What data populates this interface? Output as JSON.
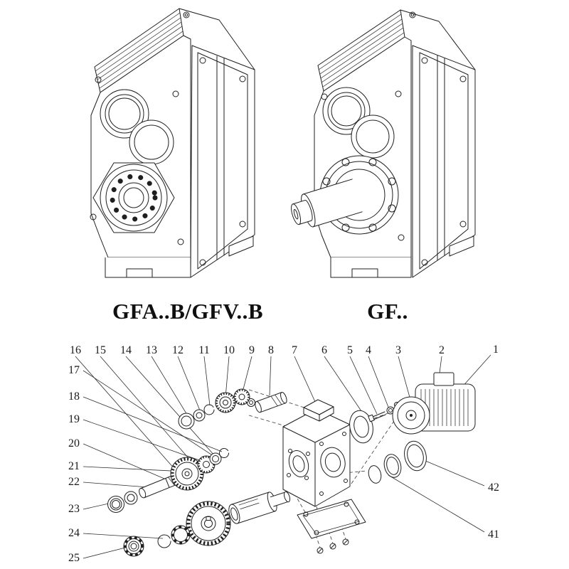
{
  "page": {
    "background": "#ffffff",
    "line_color": "#1f1f1f",
    "text_color": "#1a1a1a"
  },
  "models": {
    "left": {
      "label": "GFA..B/GFV..B"
    },
    "right": {
      "label": "GF.."
    }
  },
  "exploded": {
    "top_numbers": [
      "16",
      "15",
      "14",
      "13",
      "12",
      "11",
      "10",
      "9",
      "8",
      "7",
      "6",
      "5",
      "4",
      "3",
      "2",
      "1"
    ],
    "left_numbers": [
      "17",
      "18",
      "19",
      "20",
      "21",
      "22",
      "23",
      "24",
      "25"
    ],
    "right_numbers": [
      "42",
      "41"
    ]
  }
}
